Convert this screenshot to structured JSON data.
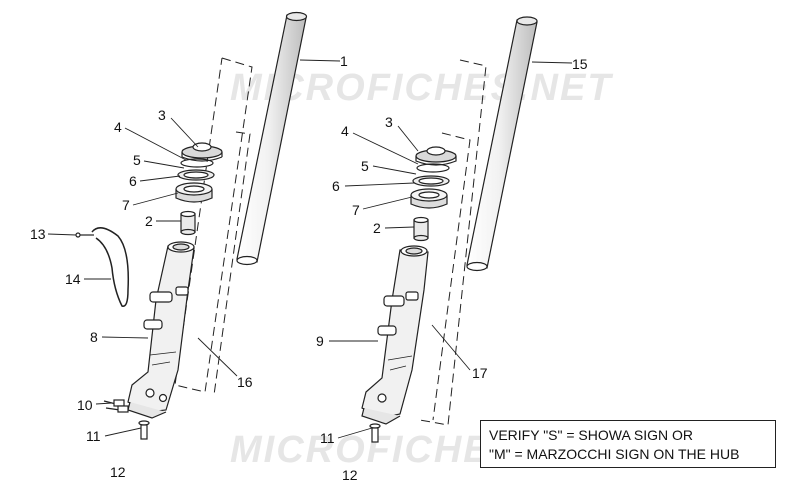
{
  "watermark": "MICROFICHES.NET",
  "note": {
    "line1": "VERIFY \"S\" = SHOWA SIGN OR",
    "line2": "\"M\" = MARZOCCHI SIGN ON THE HUB"
  },
  "callouts": {
    "c1": "1",
    "c2": "2",
    "c3": "3",
    "c4": "4",
    "c5": "5",
    "c6": "6",
    "c7": "7",
    "c8": "8",
    "c9": "9",
    "c10": "10",
    "c11": "11",
    "c12": "12",
    "c13": "13",
    "c14": "14",
    "c15": "15",
    "c16": "16",
    "c17": "17"
  },
  "colors": {
    "line": "#222222",
    "watermark": "#e3e3e3",
    "fill": "#ffffff"
  }
}
